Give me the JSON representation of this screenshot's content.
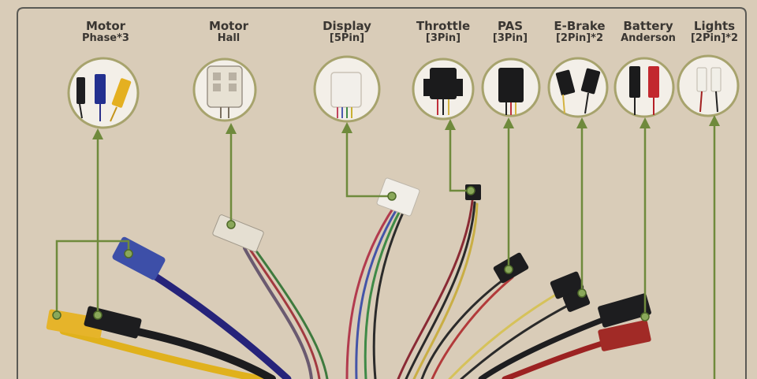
{
  "connectors": [
    {
      "id": "motor-phase",
      "line1": "Motor",
      "line2": "Phase*3"
    },
    {
      "id": "motor-hall",
      "line1": "Motor",
      "line2": "Hall"
    },
    {
      "id": "display",
      "line1": "Display",
      "line2": "[5Pin]"
    },
    {
      "id": "throttle",
      "line1": "Throttle",
      "line2": "[3Pin]"
    },
    {
      "id": "pas",
      "line1": "PAS",
      "line2": "[3Pin]"
    },
    {
      "id": "e-brake",
      "line1": "E-Brake",
      "line2": "[2Pin]*2"
    },
    {
      "id": "battery",
      "line1": "Battery",
      "line2": "Anderson"
    },
    {
      "id": "lights",
      "line1": "Lights",
      "line2": "[2Pin]*2"
    }
  ],
  "colors": {
    "background": "#d9ccb8",
    "frame": "#5b5a55",
    "leader": "#6f8a3c",
    "circle": "#a7a36d"
  }
}
